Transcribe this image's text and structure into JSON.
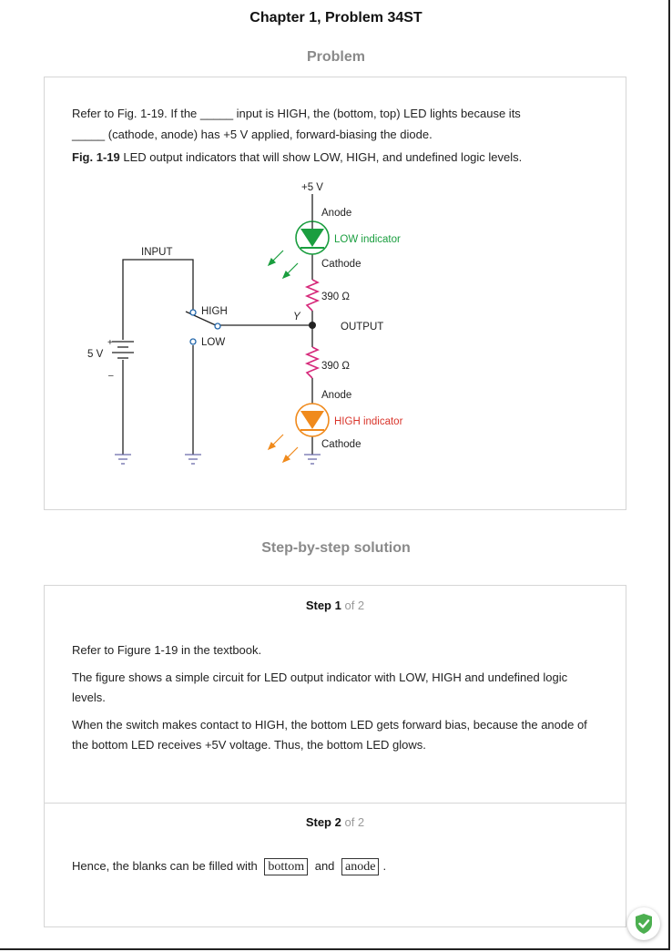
{
  "header": {
    "title": "Chapter 1, Problem 34ST"
  },
  "problem": {
    "section_title": "Problem",
    "text_line1": "Refer to Fig. 1-19. If the _____ input is HIGH, the (bottom, top) LED lights because its",
    "text_line2": "_____ (cathode, anode) has +5 V applied, forward-biasing the diode.",
    "fig_label": "Fig. 1-19",
    "fig_caption": " LED output indicators that will show LOW, HIGH, and undefined logic levels."
  },
  "figure": {
    "supply_top": "+5 V",
    "anode_top": "Anode",
    "low_indicator": "LOW indicator",
    "cathode_top": "Cathode",
    "resistor_top": "390 Ω",
    "input": "INPUT",
    "high": "HIGH",
    "low": "LOW",
    "y": "Y",
    "output": "OUTPUT",
    "battery": "5 V",
    "plus": "+",
    "minus": "–",
    "resistor_bottom": "390 Ω",
    "anode_bottom": "Anode",
    "high_indicator": "HIGH indicator",
    "cathode_bottom": "Cathode",
    "colors": {
      "low_led": "#1a9e3f",
      "high_led": "#f08a1c",
      "resistor": "#d6287a",
      "ground": "#6b6baa"
    }
  },
  "solution": {
    "section_title": "Step-by-step solution",
    "step1": {
      "label": "Step 1",
      "of": "of 2",
      "p1": "Refer to Figure 1-19 in the textbook.",
      "p2": "The figure shows a simple circuit for LED output indicator with LOW, HIGH and undefined logic levels.",
      "p3": "When the switch makes contact to HIGH, the bottom LED gets forward bias, because the anode of the bottom LED receives +5V voltage. Thus, the bottom LED glows."
    },
    "step2": {
      "label": "Step 2",
      "of": "of 2",
      "text": "Hence, the blanks can be filled with",
      "answer1": "bottom",
      "and": "and",
      "answer2": "anode",
      "end": "."
    }
  },
  "badge": {
    "icon": "shield-check-icon",
    "color": "#4caf50"
  }
}
